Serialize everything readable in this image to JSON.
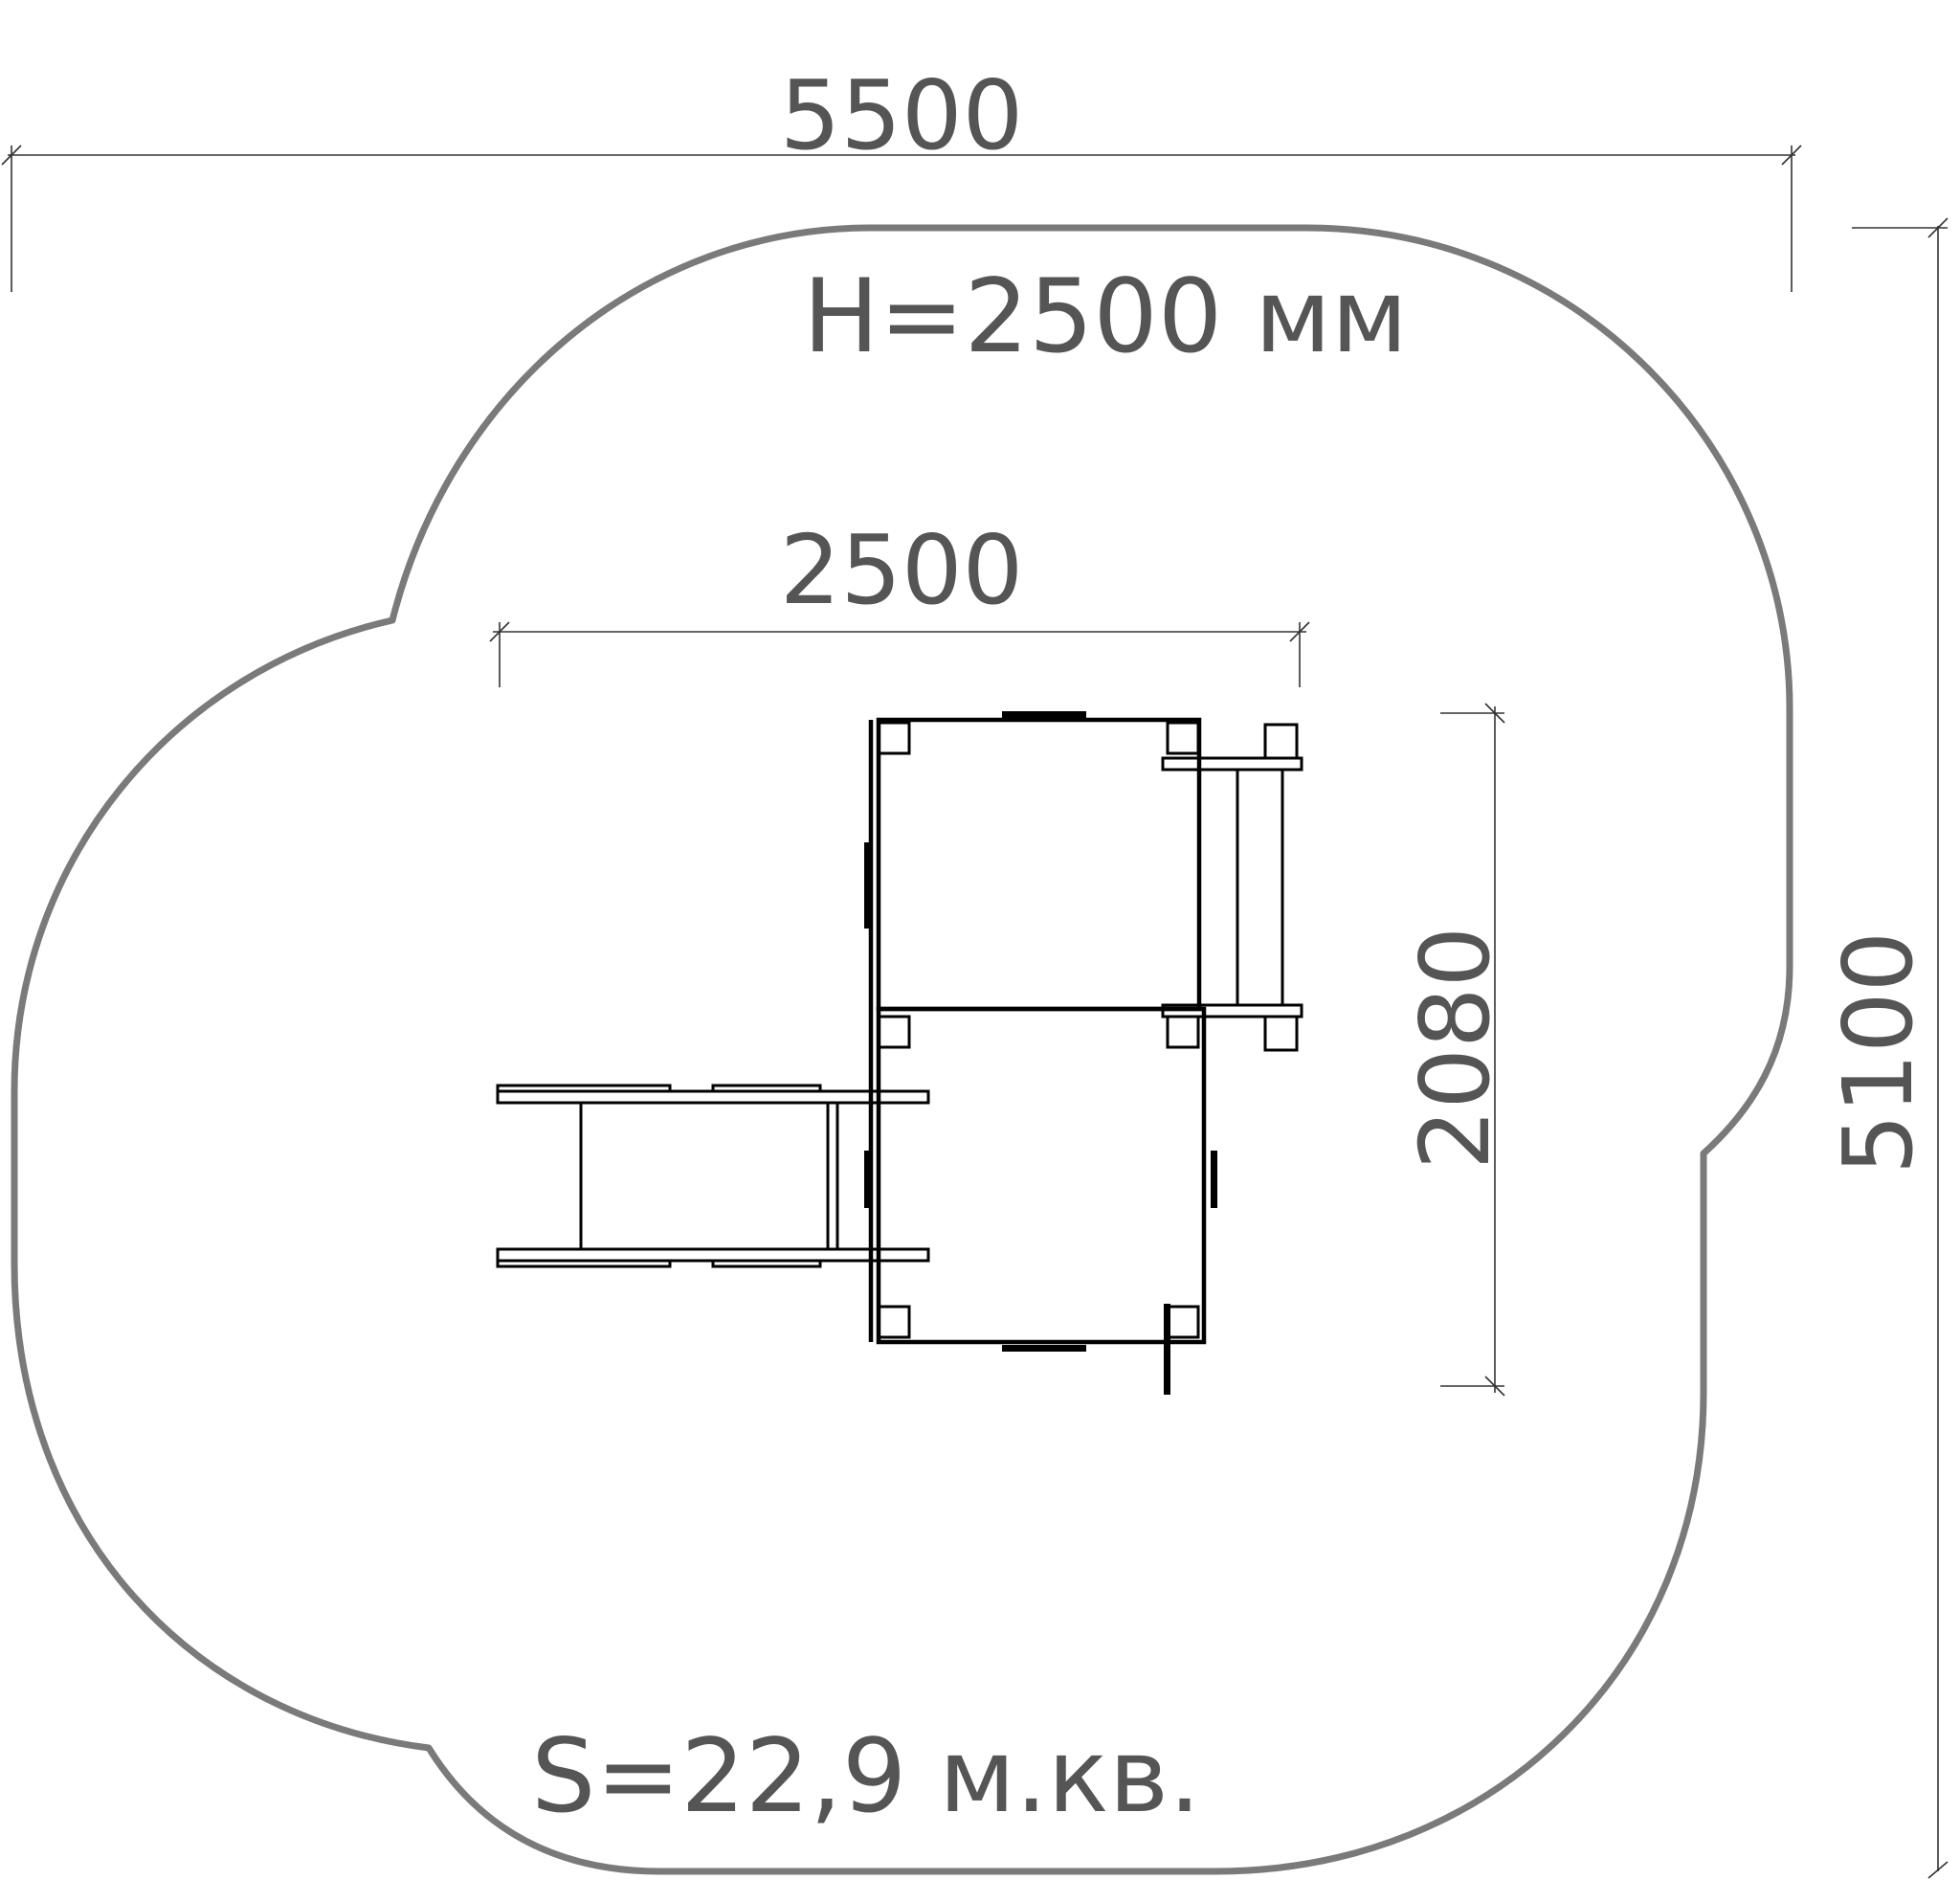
{
  "dimensions": {
    "overall_width": "5500",
    "overall_depth": "5100",
    "height_label": "H=2500 мм",
    "equipment_width": "2500",
    "equipment_depth": "2080"
  },
  "area_label": "S=22,9 м.кв."
}
